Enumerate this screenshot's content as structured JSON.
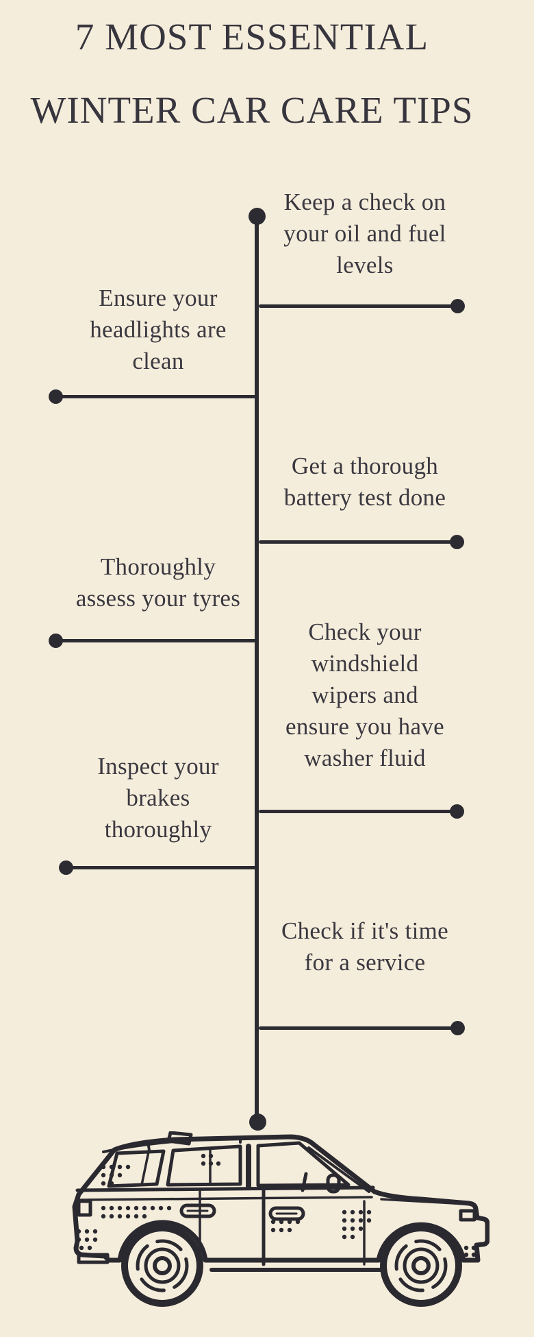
{
  "title": {
    "line1": "7 MOST ESSENTIAL",
    "line2": "WINTER CAR CARE TIPS"
  },
  "tips": [
    {
      "side": "right",
      "lines": [
        "Keep a check on",
        "your oil and fuel",
        "levels"
      ]
    },
    {
      "side": "left",
      "lines": [
        "Ensure your",
        "headlights are",
        "clean"
      ]
    },
    {
      "side": "right",
      "lines": [
        "Get a thorough",
        "battery test done"
      ]
    },
    {
      "side": "left",
      "lines": [
        "Thoroughly",
        "assess your tyres"
      ]
    },
    {
      "side": "right",
      "lines": [
        "Check your",
        "windshield",
        "wipers and",
        "ensure you have",
        "washer fluid"
      ]
    },
    {
      "side": "left",
      "lines": [
        "Inspect your",
        "brakes",
        "thoroughly"
      ]
    },
    {
      "side": "right",
      "lines": [
        "Check if it's time",
        "for a service"
      ]
    }
  ],
  "colors": {
    "background": "#f5eddb",
    "text": "#3a3840",
    "timeline": "#2d2b32",
    "illustration_stroke": "#2b2930"
  },
  "illustration": {
    "name": "suv-car-line-art"
  }
}
